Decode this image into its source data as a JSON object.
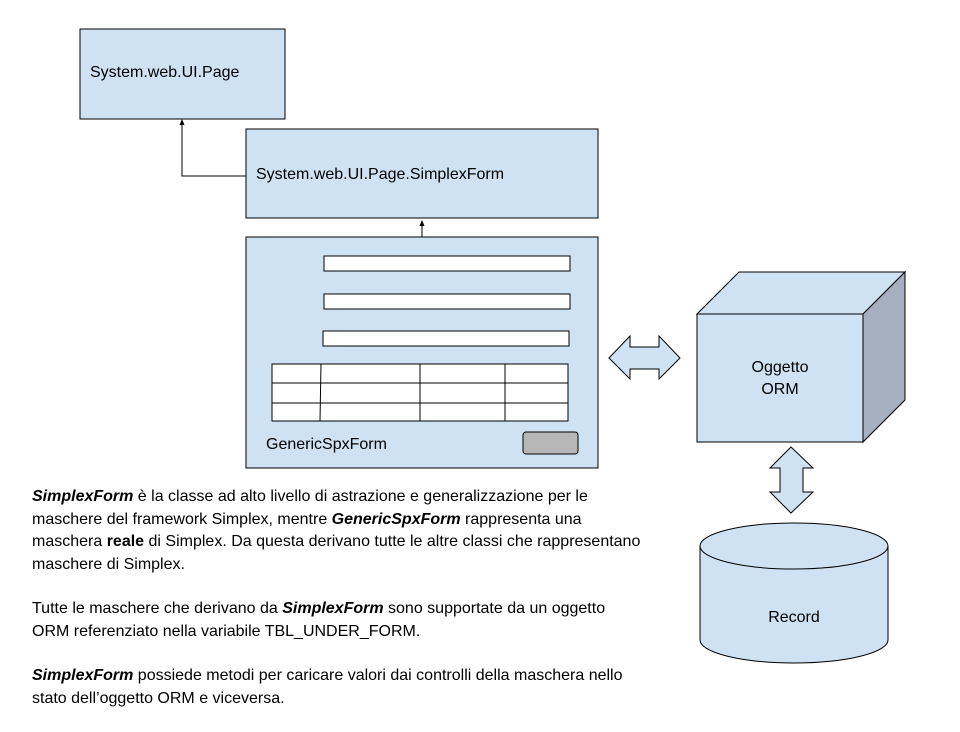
{
  "boxes": {
    "page": "System.web.UI.Page",
    "simplex_form": "System.web.UI.Page.SimplexForm",
    "generic_form": "GenericSpxForm"
  },
  "orm": {
    "line1": "Oggetto",
    "line2": "ORM"
  },
  "record": "Record",
  "description": {
    "p1_term1": "SimplexForm",
    "p1_text1": " è la classe ad alto livello di astrazione e generalizzazione per le maschere del framework Simplex, mentre ",
    "p1_term2": "GenericSpxForm",
    "p1_text2": " rappresenta una maschera ",
    "p1_bold": "reale",
    "p1_text3": " di Simplex. Da questa derivano tutte le altre classi che rappresentano maschere di Simplex.",
    "p2_text1": "Tutte le maschere che derivano da ",
    "p2_term": "SimplexForm",
    "p2_text2": " sono supportate da un oggetto ORM referenziato nella variabile TBL_UNDER_FORM.",
    "p3_term": "SimplexForm",
    "p3_text": " possiede metodi per caricare valori dai controlli della maschera nello stato dell’oggetto ORM e viceversa."
  },
  "colors": {
    "box_fill": "#cfe2f3",
    "cube_side": "#a4b0c0",
    "button_fill": "#b7b7b7",
    "stroke": "#000000"
  }
}
